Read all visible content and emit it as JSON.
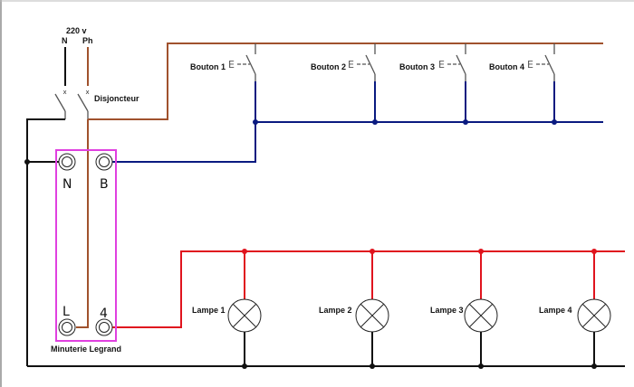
{
  "supply": {
    "voltage_label": "220 v",
    "neutral_label": "N",
    "phase_label": "Ph",
    "breaker_label": "Disjoncteur"
  },
  "timer": {
    "name": "Minuterie Legrand",
    "terminals": [
      "N",
      "B",
      "L",
      "4"
    ],
    "box_color": "#e040e0"
  },
  "buttons": [
    {
      "label": "Bouton 1",
      "symbol": "E"
    },
    {
      "label": "Bouton 2",
      "symbol": "E"
    },
    {
      "label": "Bouton 3",
      "symbol": "E"
    },
    {
      "label": "Bouton 4",
      "symbol": "E"
    }
  ],
  "lamps": [
    {
      "label": "Lampe 1"
    },
    {
      "label": "Lampe 2"
    },
    {
      "label": "Lampe 3"
    },
    {
      "label": "Lampe 4"
    }
  ],
  "colors": {
    "phase": "#a0522d",
    "control": "#0a1a80",
    "lamp_feed": "#e0141e",
    "neutral": "#111111"
  }
}
